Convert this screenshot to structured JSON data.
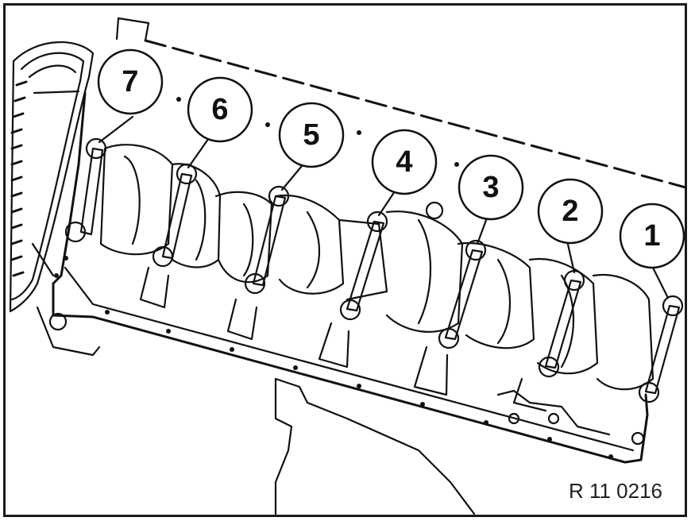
{
  "figure": {
    "reference_code": "R 11 0216",
    "callouts": [
      "7",
      "6",
      "5",
      "4",
      "3",
      "2",
      "1"
    ]
  },
  "colors": {
    "line": "#111111",
    "background": "#ffffff"
  }
}
